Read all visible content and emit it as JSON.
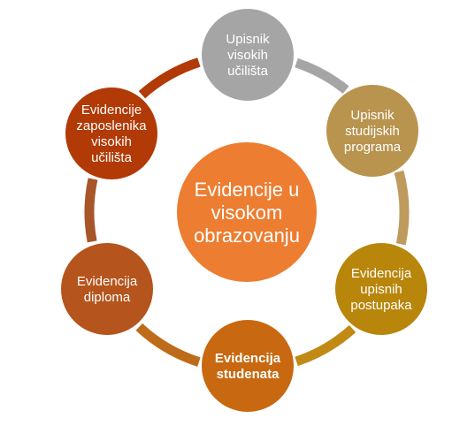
{
  "diagram": {
    "center": {
      "lines": [
        "Evidencije u",
        "visokom",
        "obrazovanju"
      ],
      "color": "#ED7D31"
    },
    "nodes": [
      {
        "lines": [
          "Upisnik",
          "visokih",
          "učilišta"
        ],
        "color": "#A5A5A5",
        "bold": false
      },
      {
        "lines": [
          "Upisnik",
          "studijskih",
          "programa"
        ],
        "color": "#B8944F",
        "bold": false
      },
      {
        "lines": [
          "Evidencija",
          "upisnih",
          "postupaka"
        ],
        "color": "#B8860B",
        "bold": false
      },
      {
        "lines": [
          "Evidencija",
          "studenata"
        ],
        "color": "#C86810",
        "bold": true
      },
      {
        "lines": [
          "Evidencija",
          "diploma"
        ],
        "color": "#B5541C",
        "bold": false
      },
      {
        "lines": [
          "Evidencije",
          "zaposlenika",
          "visokih",
          "učilišta"
        ],
        "color": "#B13A06",
        "bold": false
      }
    ],
    "arcs": [
      {
        "from": 0,
        "to": 1,
        "color": "#A5A5A5"
      },
      {
        "from": 1,
        "to": 2,
        "color": "#BE9A5C"
      },
      {
        "from": 2,
        "to": 3,
        "color": "#C08A14"
      },
      {
        "from": 3,
        "to": 4,
        "color": "#BE6B1A"
      },
      {
        "from": 4,
        "to": 5,
        "color": "#A8552A"
      },
      {
        "from": 5,
        "to": 0,
        "color": "#B13A06"
      }
    ]
  }
}
